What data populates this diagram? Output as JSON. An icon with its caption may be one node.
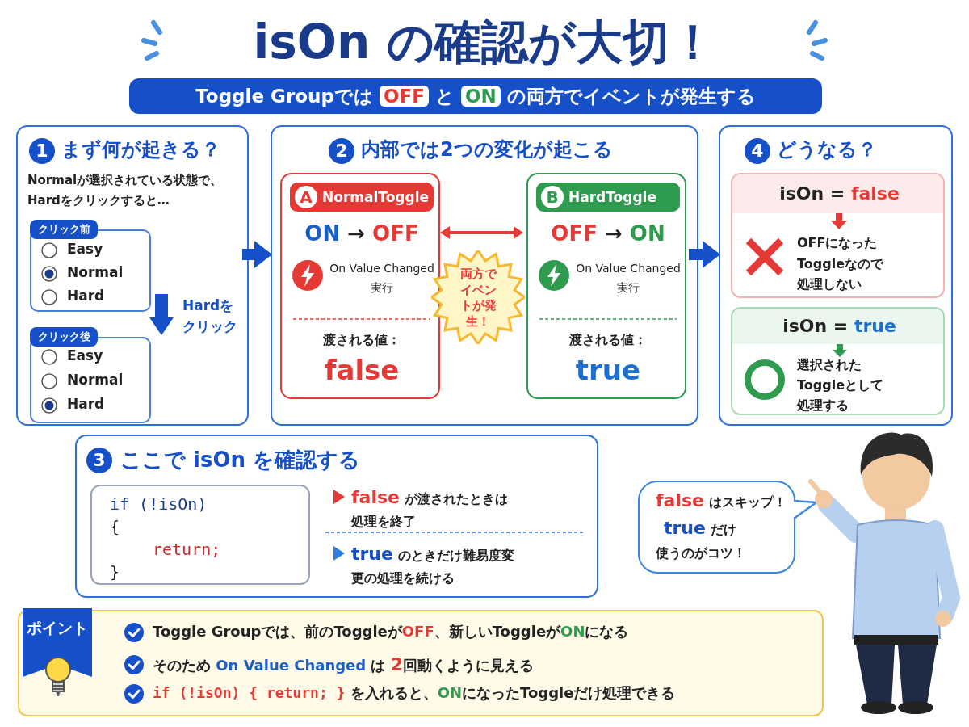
{
  "diagram": {
    "title": "isOn の確認が大切！",
    "nodes": [
      {
        "text": [
          "Toggle Groupでは **OFF** と **ON** の両方でイベントが発生する"
        ]
      },
      {
        "text": [
          "1",
          "まず何が起きる？",
          "Normalが選択されている状態で、Hardをクリックすると…"
        ]
      },
      {
        "text": [
          "クリック前",
          "Easy",
          "Normal",
          "Hard"
        ],
        "in": 1
      },
      {
        "text": [
          "クリック後",
          "Easy",
          "Normal",
          "Hard"
        ],
        "in": 1
      },
      {
        "text": [
          "2",
          "内部では2つの変化が起こる"
        ]
      },
      {
        "text": [
          "A",
          "NormalToggle",
          "**ON** → **OFF**",
          "On Value Changed 実行",
          "渡される値：",
          "false"
        ],
        "in": 4
      },
      {
        "text": [
          "両方でイベントが発生！"
        ],
        "in": 4
      },
      {
        "text": [
          "B",
          "HardToggle",
          "**OFF** → **ON**",
          "On Value Changed 実行",
          "渡される値：",
          "true"
        ],
        "in": 4
      },
      {
        "text": [
          "4",
          "どうなる？"
        ]
      },
      {
        "text": [
          "isOn = **false**",
          "OFFになったToggleなので処理しない"
        ],
        "in": 8
      },
      {
        "text": [
          "isOn = **true**",
          "選択されたToggleとして処理する"
        ],
        "in": 8
      },
      {
        "text": [
          "3",
          "ここで isOn を確認する",
          "**false** が渡されたときは処理を終了",
          "**true** のときだけ難易度変更の処理を続ける"
        ]
      },
      {
        "text": [
          "if (!isOn)",
          "{",
          "return;",
          "}"
        ],
        "in": 11
      },
      {
        "text": [
          "**false** はスキップ！",
          "**true** だけ",
          "使うのがコツ！"
        ]
      },
      {
        "text": [
          "ポイント",
          "Toggle Groupでは、前のToggleが**OFF**、新しいToggleが**ON**になる",
          "そのため **On Value Changed** は **2**回動くように見える",
          "**if (!isOn) { return; }** を入れると、**ON**になったToggleだけ処理できる"
        ]
      }
    ],
    "edges": [
      {
        "from": 2,
        "to": 3,
        "arrow": "to",
        "label": "Hardをクリック"
      },
      {
        "from": 1,
        "to": 4,
        "arrow": "to"
      },
      {
        "from": 5,
        "to": 7,
        "arrow": "both",
        "color": "#e53935"
      },
      {
        "from": 4,
        "to": 8,
        "arrow": "to"
      }
    ]
  }
}
